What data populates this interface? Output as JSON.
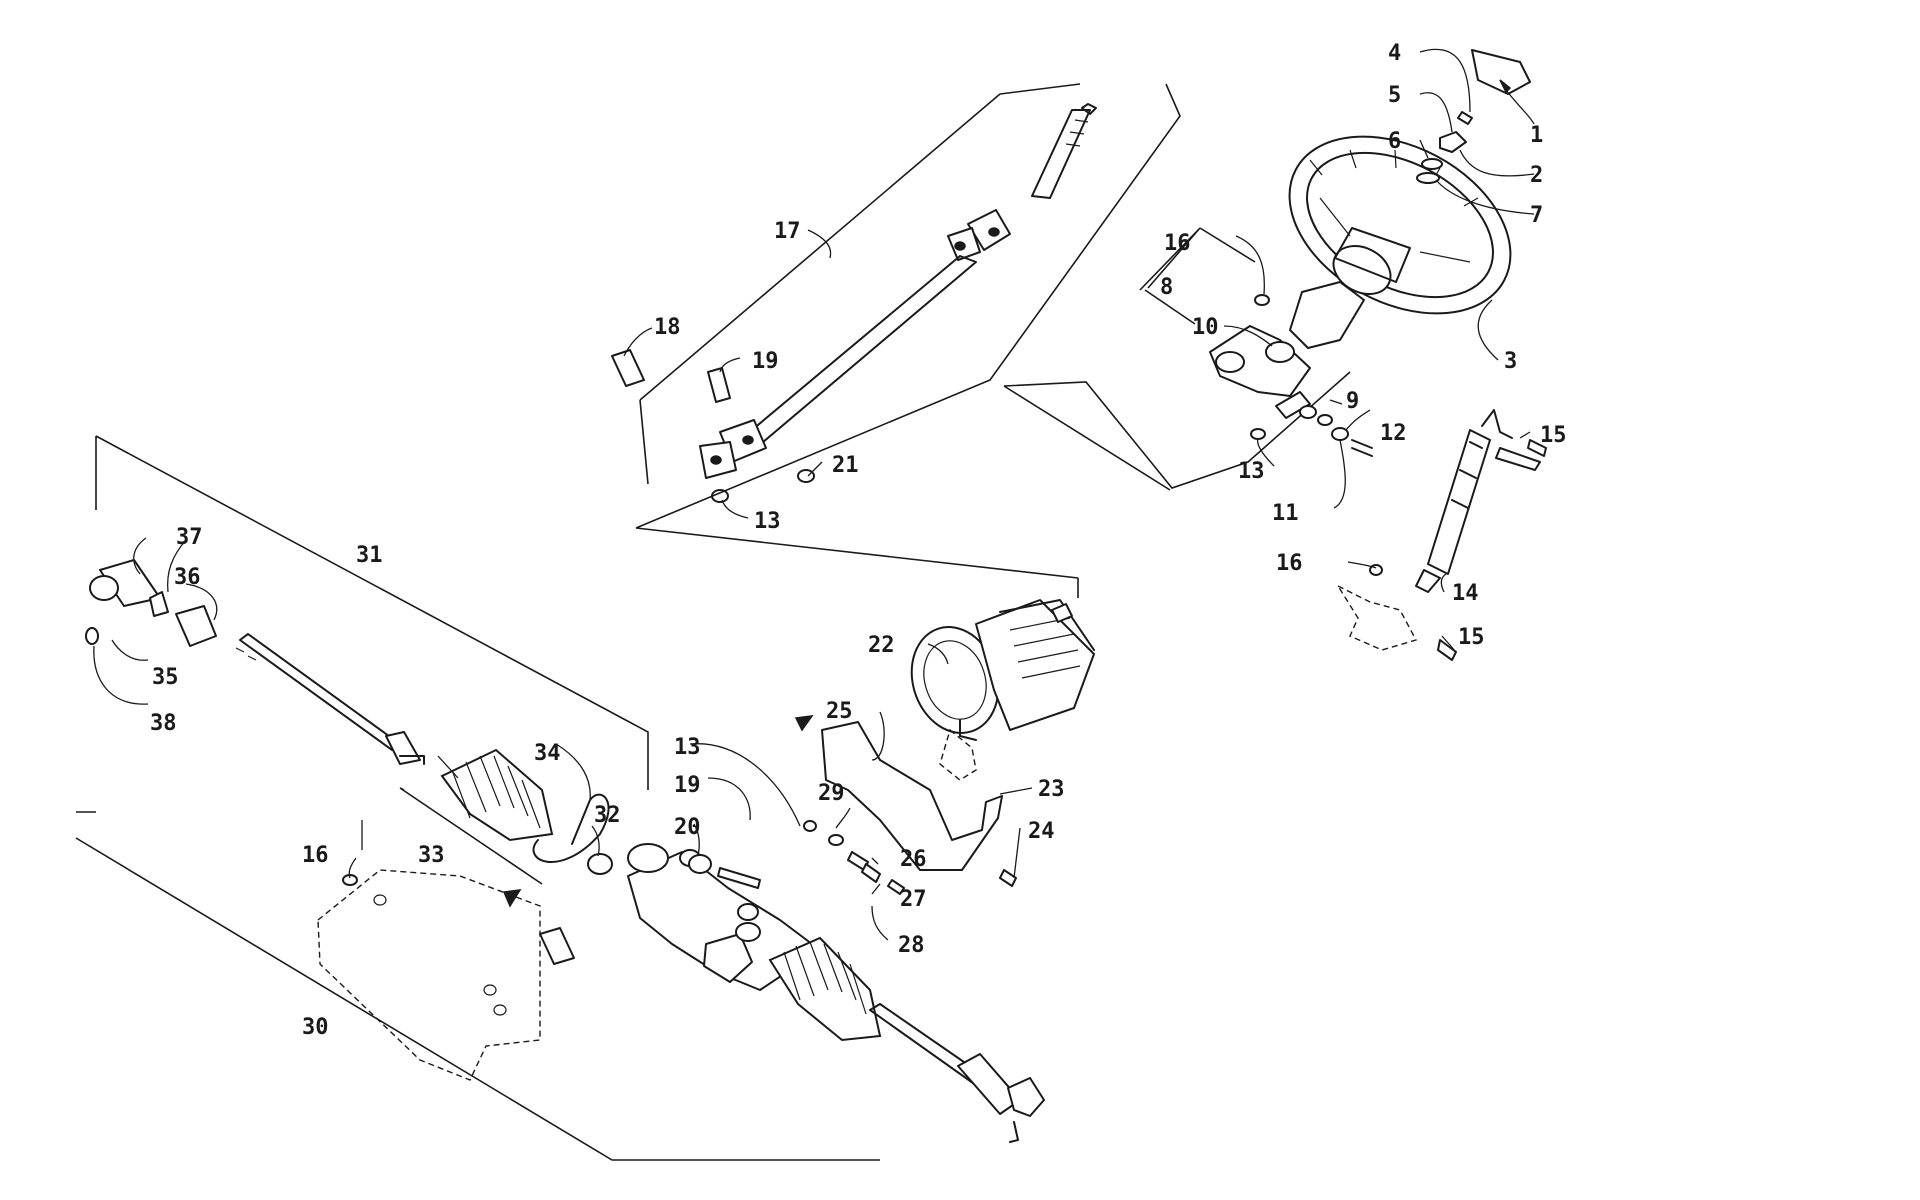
{
  "callouts": {
    "c1": "1",
    "c2": "2",
    "c3": "3",
    "c4": "4",
    "c5": "5",
    "c6": "6",
    "c7": "7",
    "c8": "8",
    "c9": "9",
    "c10": "10",
    "c11": "11",
    "c12": "12",
    "c13a": "13",
    "c13b": "13",
    "c13c": "13",
    "c14": "14",
    "c15a": "15",
    "c15b": "15",
    "c16a": "16",
    "c16b": "16",
    "c16c": "16",
    "c17": "17",
    "c18": "18",
    "c19a": "19",
    "c19b": "19",
    "c20": "20",
    "c21": "21",
    "c22": "22",
    "c23": "23",
    "c24": "24",
    "c25": "25",
    "c26": "26",
    "c27": "27",
    "c28": "28",
    "c29": "29",
    "c30": "30",
    "c31": "31",
    "c32": "32",
    "c33": "33",
    "c34": "34",
    "c35": "35",
    "c36": "36",
    "c37": "37",
    "c38": "38"
  },
  "icons": {
    "steering_wheel": "steering-wheel-icon",
    "steering_shaft": "steering-shaft-icon",
    "power_steering_unit": "eps-motor-icon",
    "steering_rack": "steering-rack-icon",
    "shock_damper": "steering-damper-icon"
  }
}
